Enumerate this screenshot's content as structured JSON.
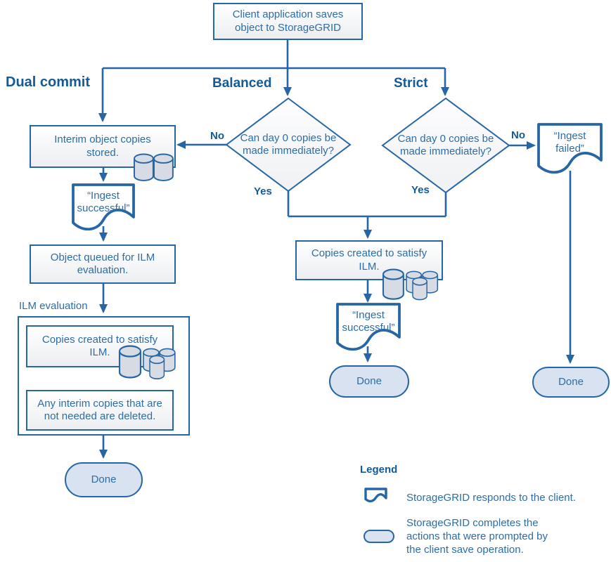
{
  "diagram": {
    "start_box": "Client application saves\nobject to StorageGRID",
    "branches": {
      "dual_commit": "Dual commit",
      "balanced": "Balanced",
      "strict": "Strict"
    },
    "decisions": {
      "balanced": "Can day 0 copies be\nmade immediately?",
      "strict": "Can day 0 copies be\nmade immediately?"
    },
    "edge_labels": {
      "balanced_no": "No",
      "balanced_yes": "Yes",
      "strict_no": "No",
      "strict_yes": "Yes"
    },
    "nodes": {
      "interim_stored": "Interim object copies\nstored.",
      "ingest_successful_left": "“Ingest\nsuccessful”",
      "object_queued": "Object queued for ILM\nevaluation.",
      "ilm_evaluation_label": "ILM evaluation",
      "copies_created_left": "Copies created to satisfy\nILM.",
      "interim_deleted": "Any interim copies that are\nnot needed are deleted.",
      "done_left": "Done",
      "copies_created_middle": "Copies created to satisfy\nILM.",
      "ingest_successful_middle": "“Ingest\nsuccessful”",
      "done_middle": "Done",
      "ingest_failed": "“Ingest\nfailed”",
      "done_right": "Done"
    },
    "legend": {
      "title": "Legend",
      "items": [
        {
          "icon": "document-icon",
          "text": "StorageGRID responds to the client."
        },
        {
          "icon": "capsule-icon",
          "text": "StorageGRID completes the\nactions that were prompted by\nthe client save operation."
        }
      ]
    },
    "colors": {
      "line": "#2766a4",
      "heading_text": "#155a95",
      "node_text": "#2e6da6",
      "capsule_fill": "#d8e2f0",
      "cylinder_fill": "#d6dbe4",
      "box_fill_bottom": "#eceef1"
    }
  }
}
